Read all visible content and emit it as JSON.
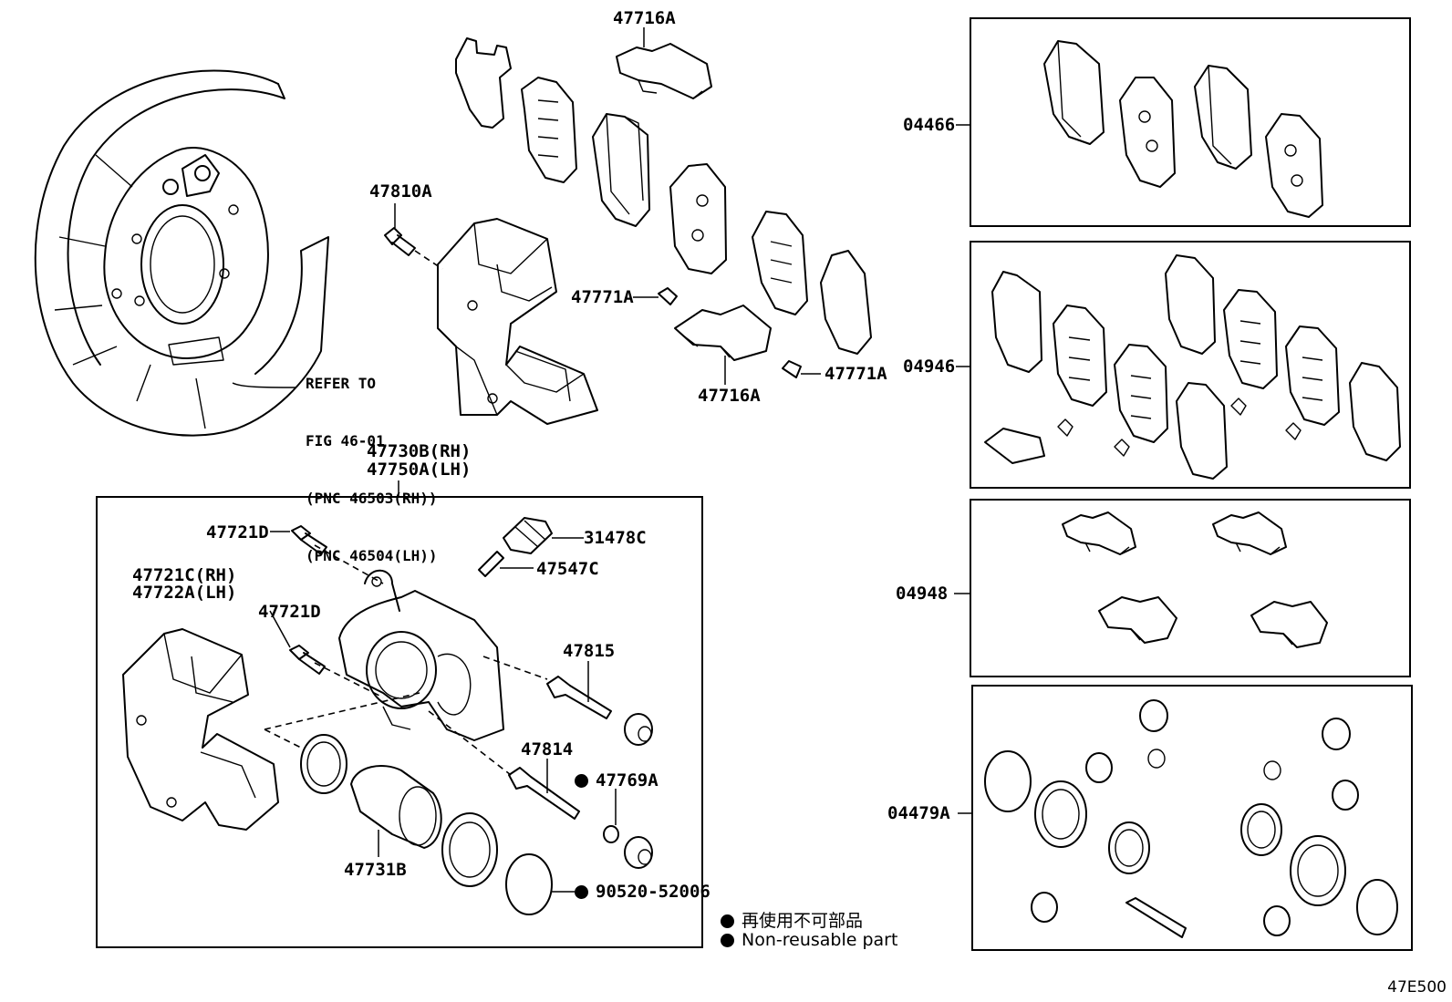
{
  "diagram": {
    "reference_code": "47E500",
    "note_lines": [
      "REFER TO",
      "FIG 46-01",
      "(PNC 46503(RH))",
      "(PNC 46504(LH))"
    ],
    "legend": {
      "jp": "再使用不可部品",
      "en": "Non-reusable part"
    },
    "parts": {
      "p47716A_top": "47716A",
      "p47810A": "47810A",
      "p47771A_left": "47771A",
      "p47771A_right": "47771A",
      "p47716A_bottom": "47716A",
      "p47730B": "47730B(RH)",
      "p47750A": "47750A(LH)",
      "p47721D_a": "47721D",
      "p31478C": "31478C",
      "p47547C": "47547C",
      "p47721C": "47721C(RH)",
      "p47722A": "47722A(LH)",
      "p47721D_b": "47721D",
      "p47815": "47815",
      "p47814": "47814",
      "p47769A": "47769A",
      "p47731B": "47731B",
      "p90520": "90520-52006",
      "k04466": "04466",
      "k04946": "04946",
      "k04948": "04948",
      "k04479A": "04479A"
    }
  }
}
